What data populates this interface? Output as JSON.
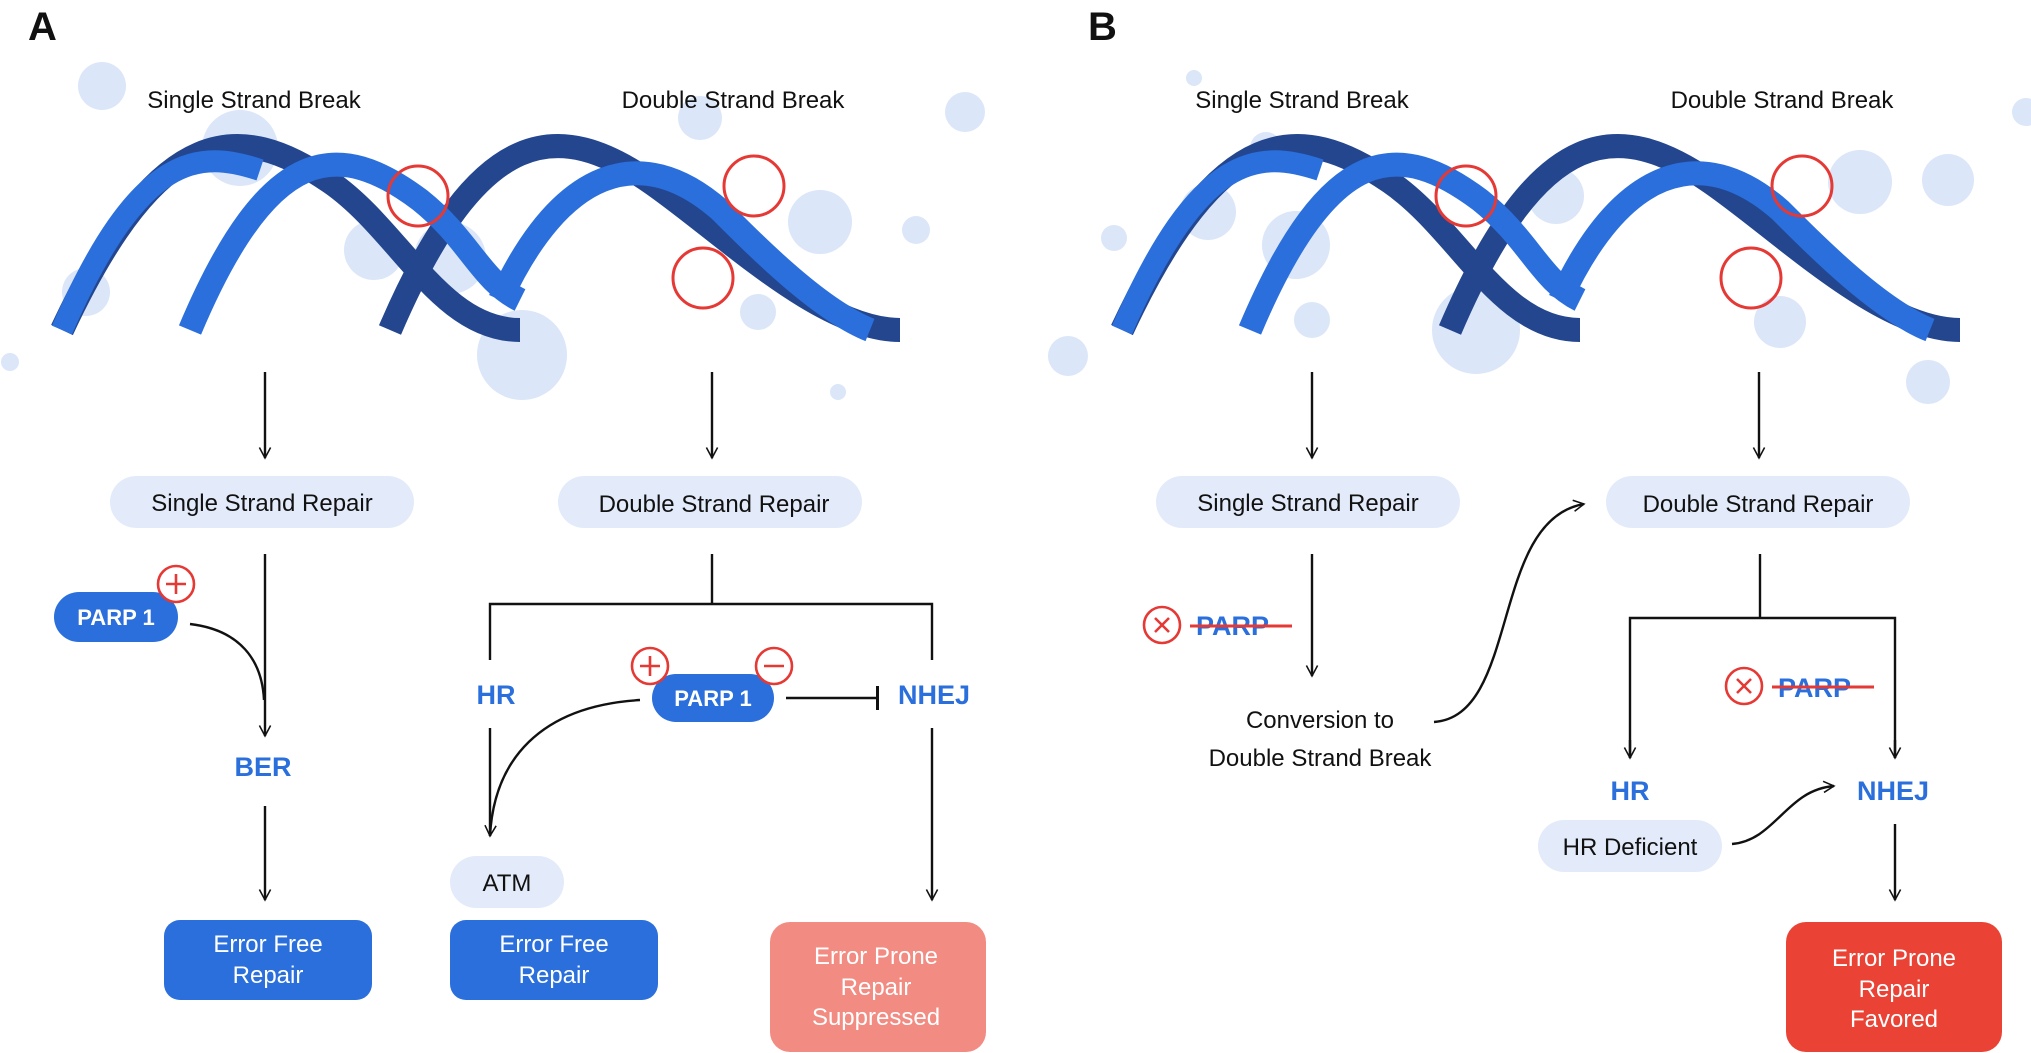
{
  "colors": {
    "dna_blue": "#2a6fdc",
    "dna_dark": "#23468f",
    "pill_bg": "#e3ebfa",
    "bubble": "#dbe6f8",
    "error_free_box": "#2a6fdc",
    "suppressed_box": "#f28b82",
    "favored_box": "#ea4335",
    "break_circle": "#e53935"
  },
  "panel_a": {
    "label": "A",
    "single_break": "Single Strand Break",
    "double_break": "Double Strand Break",
    "single_repair": "Single Strand Repair",
    "double_repair": "Double Strand Repair",
    "parp_left": "PARP 1",
    "parp_mid": "PARP 1",
    "ber": "BER",
    "hr": "HR",
    "nhej": "NHEJ",
    "atm": "ATM",
    "box1": [
      "Error Free",
      "Repair"
    ],
    "box2": [
      "Error Free",
      "Repair"
    ],
    "box3": [
      "Error Prone",
      "Repair",
      "Suppressed"
    ]
  },
  "panel_b": {
    "label": "B",
    "single_break": "Single Strand Break",
    "double_break": "Double Strand Break",
    "single_repair": "Single Strand Repair",
    "double_repair": "Double Strand Repair",
    "parp_left": "PARP",
    "parp_right": "PARP",
    "conversion": [
      "Conversion to",
      "Double Strand Break"
    ],
    "hr": "HR",
    "nhej": "NHEJ",
    "hr_deficient": "HR Deficient",
    "box": [
      "Error Prone",
      "Repair",
      "Favored"
    ]
  }
}
